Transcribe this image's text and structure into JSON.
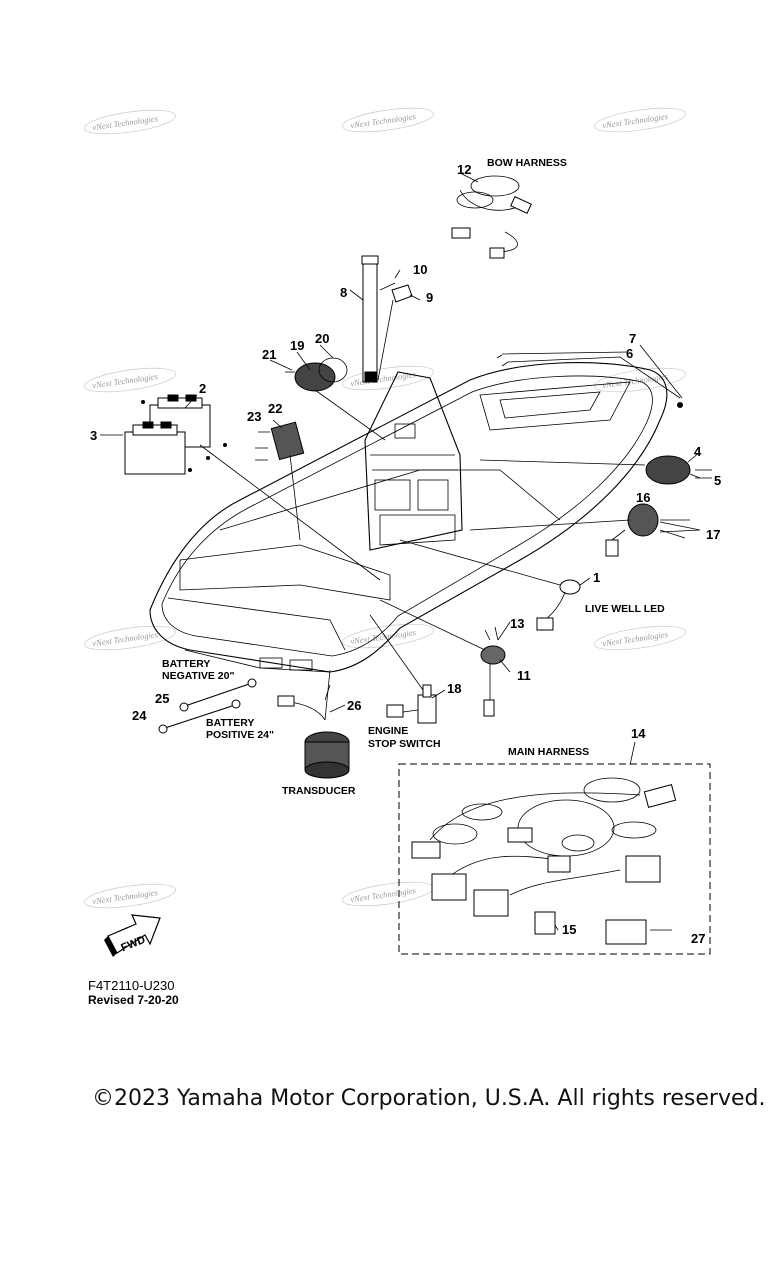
{
  "diagram": {
    "callouts": [
      "1",
      "2",
      "3",
      "4",
      "5",
      "6",
      "7",
      "8",
      "9",
      "10",
      "11",
      "12",
      "13",
      "14",
      "15",
      "16",
      "17",
      "18",
      "19",
      "20",
      "21",
      "22",
      "23",
      "24",
      "25",
      "26",
      "27"
    ],
    "captions": {
      "bow_harness": "BOW HARNESS",
      "live_well_led": "LIVE WELL LED",
      "battery_negative_1": "BATTERY",
      "battery_negative_2": "NEGATIVE 20\"",
      "battery_positive_1": "BATTERY",
      "battery_positive_2": "POSITIVE 24\"",
      "engine_stop_1": "ENGINE",
      "engine_stop_2": "STOP SWITCH",
      "main_harness": "MAIN HARNESS",
      "transducer": "TRANSDUCER",
      "fwd": "FWD"
    },
    "watermark": "vNext Technologies"
  },
  "footer": {
    "drawing_code": "F4T2110-U230",
    "revision": "Revised 7-20-20",
    "copyright": "©2023 Yamaha Motor Corporation, U.S.A. All rights reserved."
  }
}
